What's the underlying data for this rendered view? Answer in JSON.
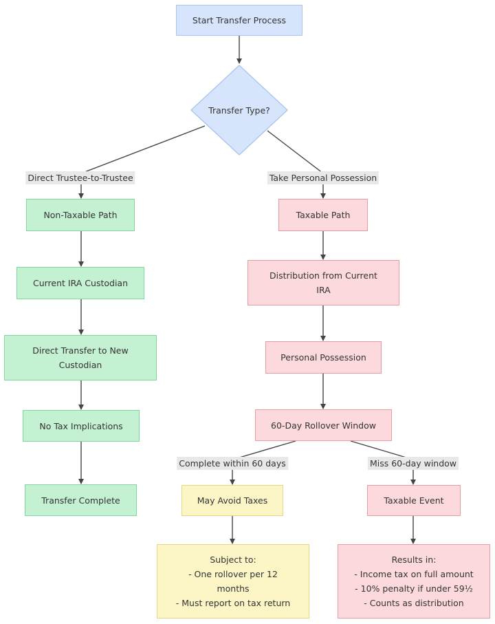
{
  "colors": {
    "start": "#d6e5fb",
    "non_taxable": "#c5f1d3",
    "taxable": "#fbd9dc",
    "caution": "#fcf5c6",
    "edge": "#444444",
    "edge_label_bg": "#e8e8e8"
  },
  "nodes": {
    "start": "Start Transfer Process",
    "decision": "Transfer Type?",
    "non_taxable_path": "Non-Taxable Path",
    "current_custodian": "Current IRA Custodian",
    "direct_transfer": "Direct Transfer to New\nCustodian",
    "no_tax": "No Tax Implications",
    "transfer_complete": "Transfer Complete",
    "taxable_path": "Taxable Path",
    "distribution": "Distribution from Current\nIRA",
    "personal_possession": "Personal Possession",
    "rollover_window": "60-Day Rollover Window",
    "may_avoid_taxes": "May Avoid Taxes",
    "subject_to": "Subject to:\n- One rollover per 12\nmonths\n- Must report on tax return",
    "taxable_event": "Taxable Event",
    "results_in": "Results in:\n- Income tax on full amount\n- 10% penalty if under 59½\n- Counts as distribution"
  },
  "edge_labels": {
    "direct": "Direct Trustee-to-Trustee",
    "personal": "Take Personal Possession",
    "complete_60": "Complete within 60 days",
    "miss_60": "Miss 60-day window"
  }
}
